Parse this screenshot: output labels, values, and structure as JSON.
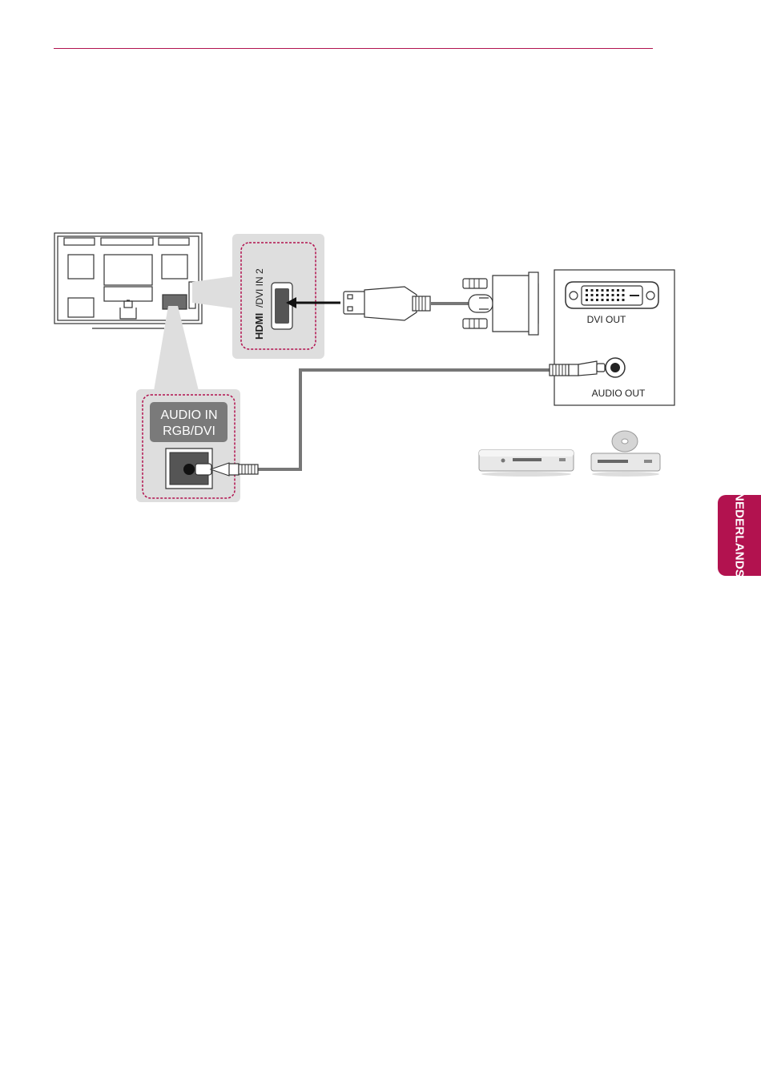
{
  "side_tab": {
    "label": "NEDERLANDS"
  },
  "hdmi_port": {
    "logo": "HDMI",
    "label": "/DVI IN 2"
  },
  "audio_port": {
    "line1": "AUDIO IN",
    "line2": "RGB/DVI"
  },
  "device_panel": {
    "dvi_out": "DVI OUT",
    "audio_out": "AUDIO OUT"
  },
  "icons": [
    "tv-back-icon",
    "hdmi-connector-icon",
    "dvi-connector-icon",
    "audio-jack-icon",
    "dvd-recorder-icon",
    "dvd-player-icon"
  ],
  "colors": {
    "accent": "#b2124f",
    "panel_grey": "#dedede",
    "dashed_frame": "#b2124f"
  }
}
